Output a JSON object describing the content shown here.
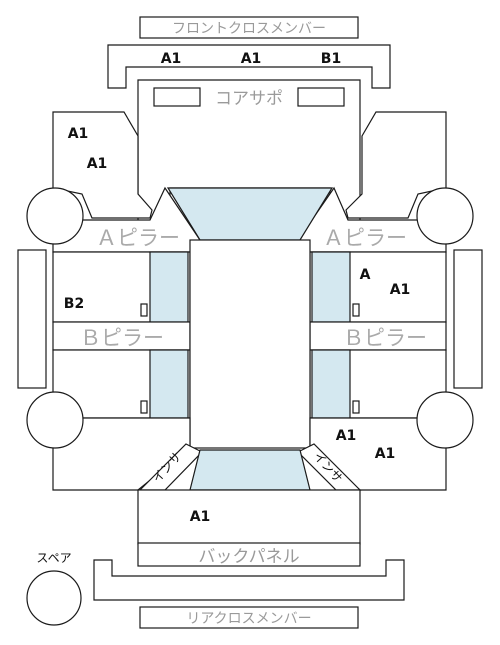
{
  "labels": {
    "front_cross_member": "フロントクロスメンバー",
    "core_support": "コアサポ",
    "a_pillar": "Ａピラー",
    "b_pillar": "Ｂピラー",
    "back_panel": "バックパネル",
    "rear_cross_member": "リアクロスメンバー",
    "spare": "スペア",
    "inside_panel": "インサ"
  },
  "grades": {
    "front_left": "A1",
    "front_center": "A1",
    "front_right": "B1",
    "left_front_fender_1": "A1",
    "left_front_fender_2": "A1",
    "right_front_door": "A",
    "right_front_door_2": "A1",
    "left_front_door": "B2",
    "right_rear_quarter_1": "A1",
    "right_rear_quarter_2": "A1",
    "trunk": "A1"
  },
  "colors": {
    "glass": "#d4e8f0",
    "outline": "#1a1a1a",
    "hint_text": "#9a9a9a"
  }
}
